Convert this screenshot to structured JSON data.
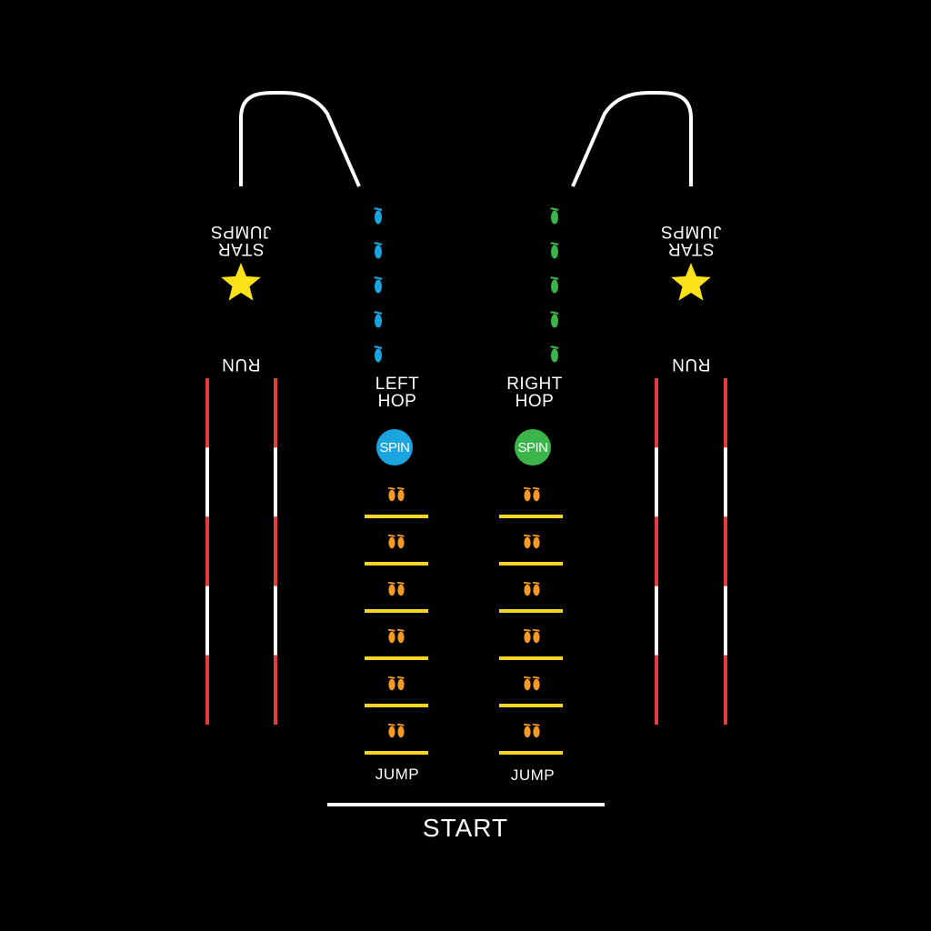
{
  "labels": {
    "start": "START",
    "jump": "JUMP",
    "left_hop": "LEFT\nHOP",
    "right_hop": "RIGHT\nHOP",
    "spin": "SPIN",
    "run": "RUN",
    "star_jumps": "STAR\nJUMPS"
  },
  "lanes": {
    "hopscotch_squares_per_lane": 6,
    "footprints_per_hop_trail": 5
  },
  "colors": {
    "background": "#000000",
    "line": "#ffffff",
    "rung": "#f5d327",
    "feet": "#f59a23",
    "left_hop": "#1aa4e0",
    "right_hop": "#3bb54a",
    "run_red": "#e23c3c",
    "run_white": "#ffffff",
    "star": "#fbe11a"
  },
  "icons": {
    "feet": "footprints-icon",
    "hop": "single-footprint-icon",
    "star": "star-icon"
  }
}
